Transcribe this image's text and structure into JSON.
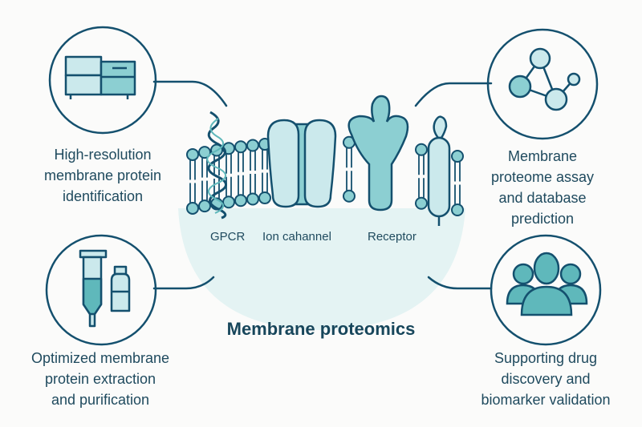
{
  "title": "Membrane proteomics",
  "colors": {
    "stroke": "#14506e",
    "fill_light": "#cbe9ec",
    "fill_mid": "#8ccfd2",
    "fill_dark": "#5fb8bb",
    "background_blob": "#e4f3f3",
    "text": "#1f4a5e"
  },
  "protein_labels": {
    "gpcr": "GPCR",
    "ion_channel": "Ion cahannel",
    "receptor": "Receptor"
  },
  "features": [
    {
      "id": "top-left",
      "icon": "sequencer-instrument-icon",
      "text": "High-resolution\nmembrane protein\nidentification"
    },
    {
      "id": "top-right",
      "icon": "network-nodes-icon",
      "text": "Membrane\nproteome assay\nand database\nprediction"
    },
    {
      "id": "bottom-left",
      "icon": "tube-and-vial-icon",
      "text": "Optimized membrane\nprotein extraction\nand purification"
    },
    {
      "id": "bottom-right",
      "icon": "people-group-icon",
      "text": "Supporting drug\ndiscovery and\nbiomarker validation"
    }
  ]
}
